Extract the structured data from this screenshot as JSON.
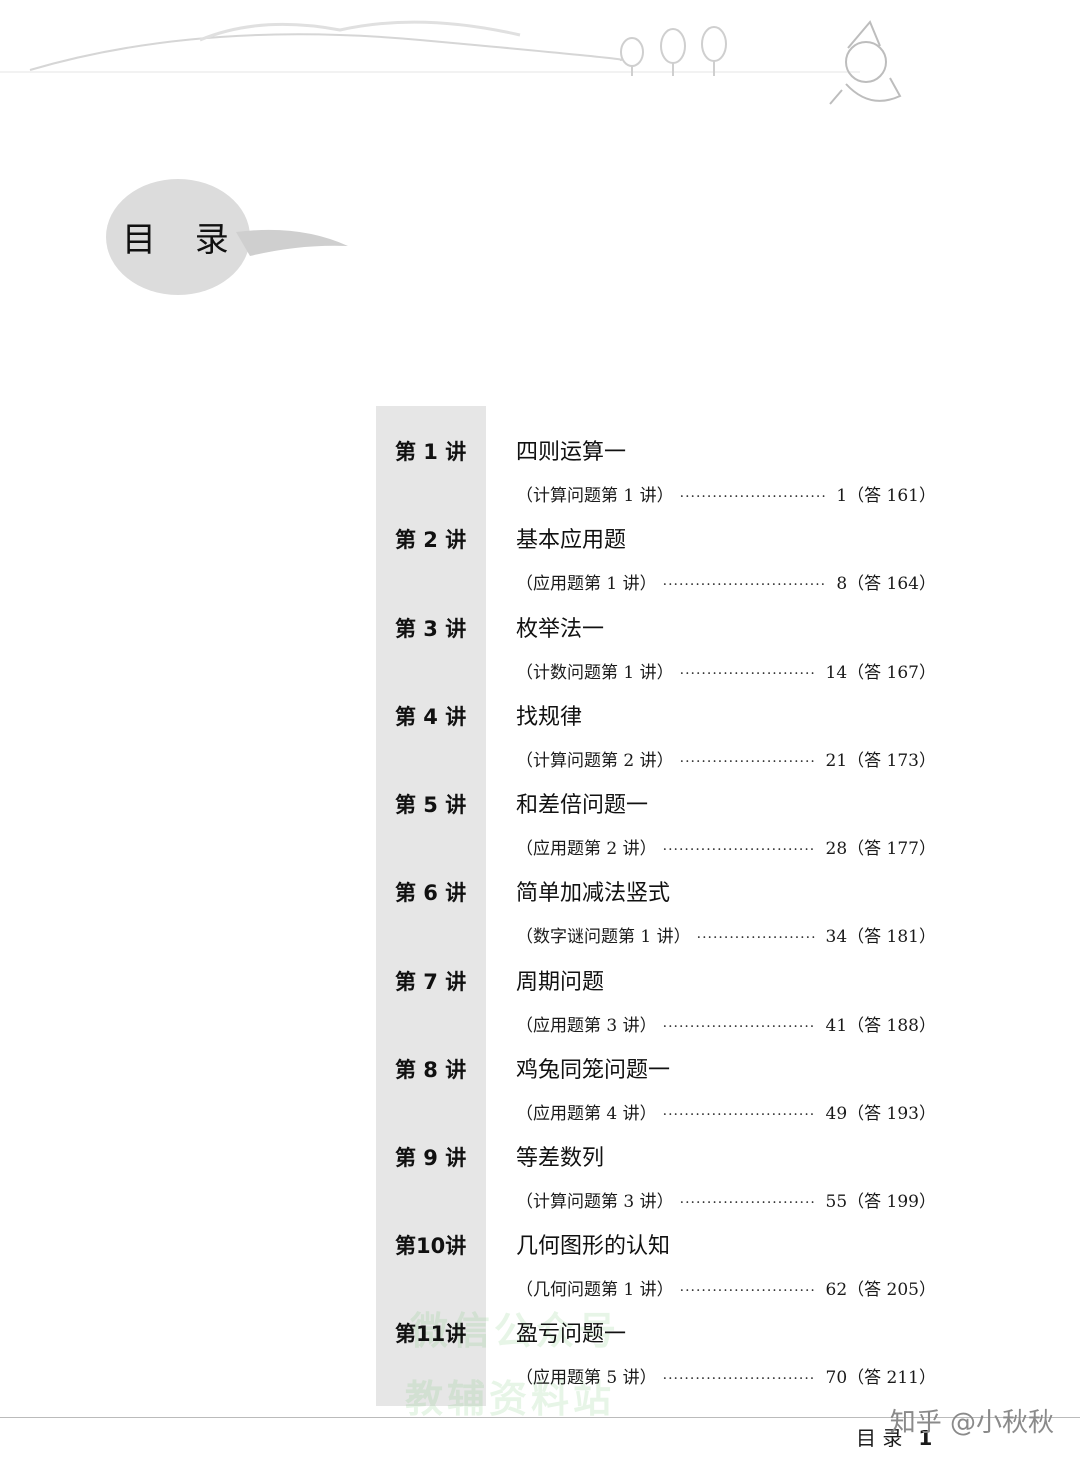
{
  "page": {
    "heading": "目 录",
    "entries": [
      {
        "lecture": "第 1 讲",
        "title": "四则运算一",
        "category": "（计算问题第 1 讲）",
        "page": "1（答 161）"
      },
      {
        "lecture": "第 2 讲",
        "title": "基本应用题",
        "category": "（应用题第 1 讲）",
        "page": "8（答 164）"
      },
      {
        "lecture": "第 3 讲",
        "title": "枚举法一",
        "category": "（计数问题第 1 讲）",
        "page": "14（答 167）"
      },
      {
        "lecture": "第 4 讲",
        "title": "找规律",
        "category": "（计算问题第 2 讲）",
        "page": "21（答 173）"
      },
      {
        "lecture": "第 5 讲",
        "title": "和差倍问题一",
        "category": "（应用题第 2 讲）",
        "page": "28（答 177）"
      },
      {
        "lecture": "第 6 讲",
        "title": "简单加减法竖式",
        "category": "（数字谜问题第 1 讲）",
        "page": "34（答 181）"
      },
      {
        "lecture": "第 7 讲",
        "title": "周期问题",
        "category": "（应用题第 3 讲）",
        "page": "41（答 188）"
      },
      {
        "lecture": "第 8 讲",
        "title": "鸡兔同笼问题一",
        "category": "（应用题第 4 讲）",
        "page": "49（答 193）"
      },
      {
        "lecture": "第 9 讲",
        "title": "等差数列",
        "category": "（计算问题第 3 讲）",
        "page": "55（答 199）"
      },
      {
        "lecture": "第10讲",
        "title": "几何图形的认知",
        "category": "（几何问题第 1 讲）",
        "page": "62（答 205）"
      },
      {
        "lecture": "第11讲",
        "title": "盈亏问题一",
        "category": "（应用题第 5 讲）",
        "page": "70（答 211）"
      }
    ],
    "footer": {
      "label": "目 录",
      "page_number": "1"
    }
  },
  "watermarks": {
    "site": "知乎 @小秋秋",
    "green_line1": "微信公众号",
    "green_line2": "教辅资料站"
  }
}
